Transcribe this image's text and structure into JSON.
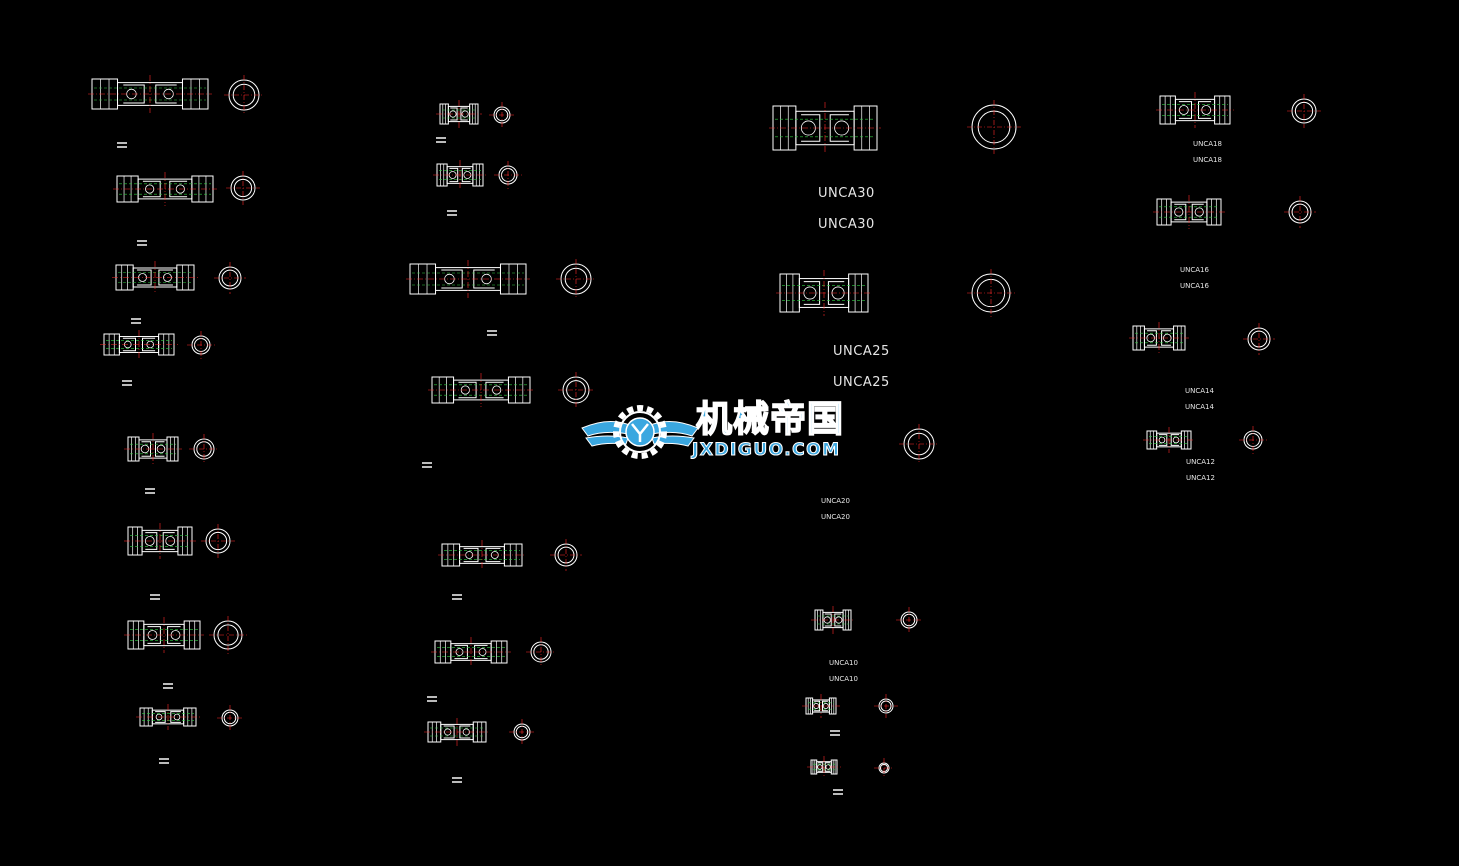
{
  "canvas": {
    "background": "#000000",
    "line_color": "#ffffff",
    "hidden_color": "#2ecc40",
    "center_color": "#ff2a2a",
    "text_color": "#e6e6e6"
  },
  "labels": {
    "big": [
      {
        "id": "unca30-a",
        "text": "UNCA30"
      },
      {
        "id": "unca30-b",
        "text": "UNCA30"
      },
      {
        "id": "unca25-a",
        "text": "UNCA25"
      },
      {
        "id": "unca25-b",
        "text": "UNCA25"
      }
    ],
    "mid": [
      {
        "id": "unca18-a",
        "text": "UNCA18"
      },
      {
        "id": "unca18-b",
        "text": "UNCA18"
      },
      {
        "id": "unca16-a",
        "text": "UNCA16"
      },
      {
        "id": "unca16-b",
        "text": "UNCA16"
      },
      {
        "id": "unca14-a",
        "text": "UNCA14"
      },
      {
        "id": "unca14-b",
        "text": "UNCA14"
      },
      {
        "id": "unca12-a",
        "text": "UNCA12"
      },
      {
        "id": "unca12-b",
        "text": "UNCA12"
      },
      {
        "id": "unca20-a",
        "text": "UNCA20"
      },
      {
        "id": "unca20-b",
        "text": "UNCA20"
      },
      {
        "id": "unca10-a",
        "text": "UNCA10"
      },
      {
        "id": "unca10-b",
        "text": "UNCA10"
      }
    ]
  },
  "watermark": {
    "cn": "机械帝国",
    "en": "JXDIGUO.COM",
    "primary": "#3aa7e0"
  }
}
